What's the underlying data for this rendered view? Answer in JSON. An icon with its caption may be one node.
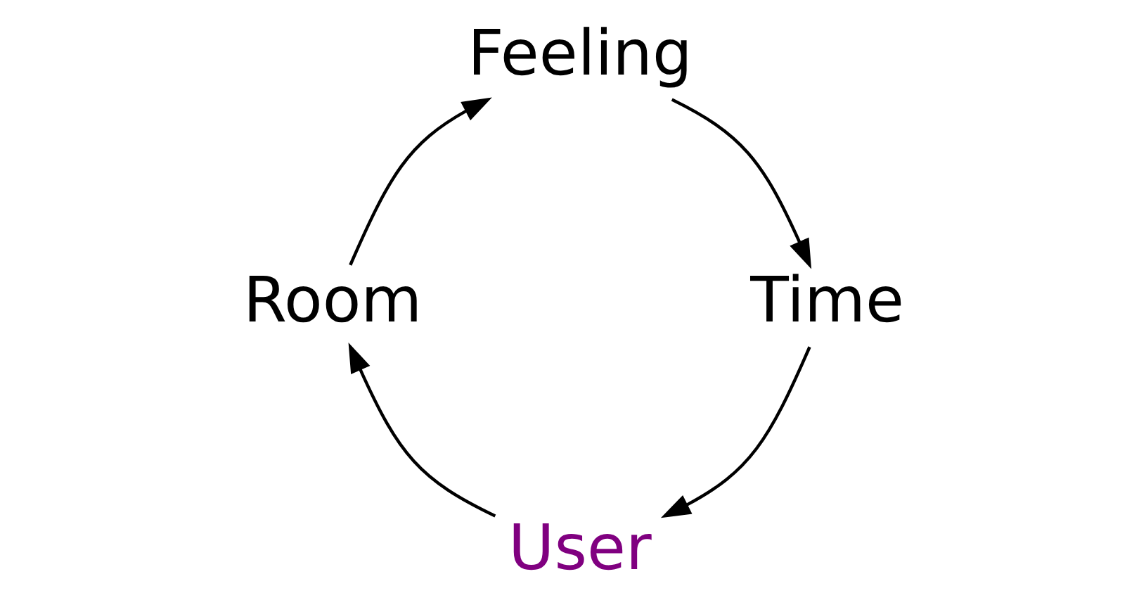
{
  "diagram": {
    "nodes": [
      {
        "text": [
          "User"
        ]
      },
      {
        "text": [
          "Room"
        ]
      },
      {
        "text": [
          "Feeling"
        ]
      },
      {
        "text": [
          "Time"
        ]
      }
    ],
    "edges": [
      {
        "from": 0,
        "to": 1,
        "arrow": "to"
      },
      {
        "from": 1,
        "to": 2,
        "arrow": "to"
      },
      {
        "from": 2,
        "to": 3,
        "arrow": "to"
      },
      {
        "from": 3,
        "to": 0,
        "arrow": "to"
      }
    ]
  }
}
